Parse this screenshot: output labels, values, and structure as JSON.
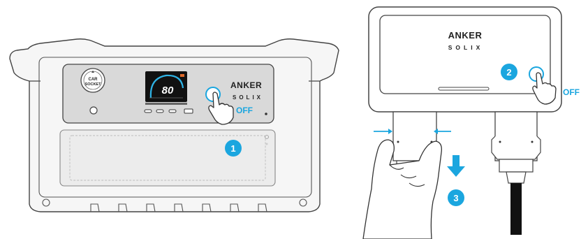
{
  "colors": {
    "accent": "#1ba6df",
    "outline": "#3a3a3a",
    "panel": "#d9d9d9",
    "body": "#f5f5f5",
    "screen": "#111111",
    "screen_ring": "#2fb4e6"
  },
  "left_unit": {
    "car_socket_top": "CAR",
    "car_socket_bottom": "SOCKET",
    "display_value": "80",
    "brand_line1": "ANKER",
    "brand_line2": "SOLIX",
    "power_state_label": "OFF",
    "step_number": "1"
  },
  "right_unit": {
    "brand_line1": "ANKER",
    "brand_line2": "SOLIX",
    "power_state_label": "OFF",
    "step_number_power": "2",
    "step_number_unplug": "3"
  },
  "icons": [
    "power-button-icon",
    "pressing-hand-icon",
    "down-arrow-icon",
    "inward-arrow-icon",
    "grabbing-hand-icon"
  ]
}
